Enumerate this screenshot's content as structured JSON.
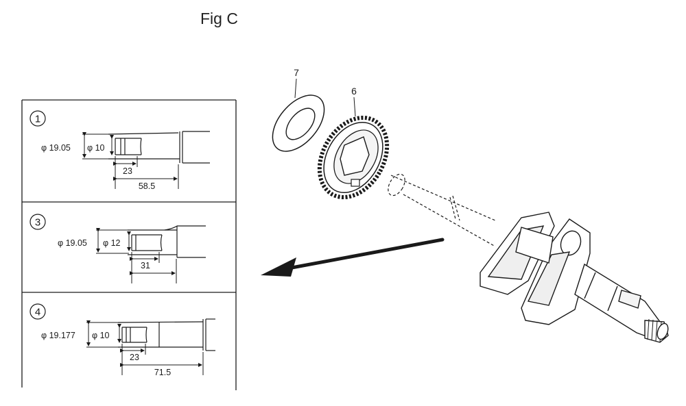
{
  "title": "Fig C",
  "callouts": {
    "washer": "7",
    "gear": "6"
  },
  "panels": [
    {
      "number": "1",
      "outer_dia": "φ 19.05",
      "inner_dia": "φ 10",
      "short_len": "23",
      "long_len": "58.5"
    },
    {
      "number": "3",
      "outer_dia": "φ 19.05",
      "inner_dia": "φ 12",
      "short_len": "31"
    },
    {
      "number": "4",
      "outer_dia": "φ 19.177",
      "inner_dia": "φ 10",
      "short_len": "23",
      "long_len": "71.5"
    }
  ]
}
